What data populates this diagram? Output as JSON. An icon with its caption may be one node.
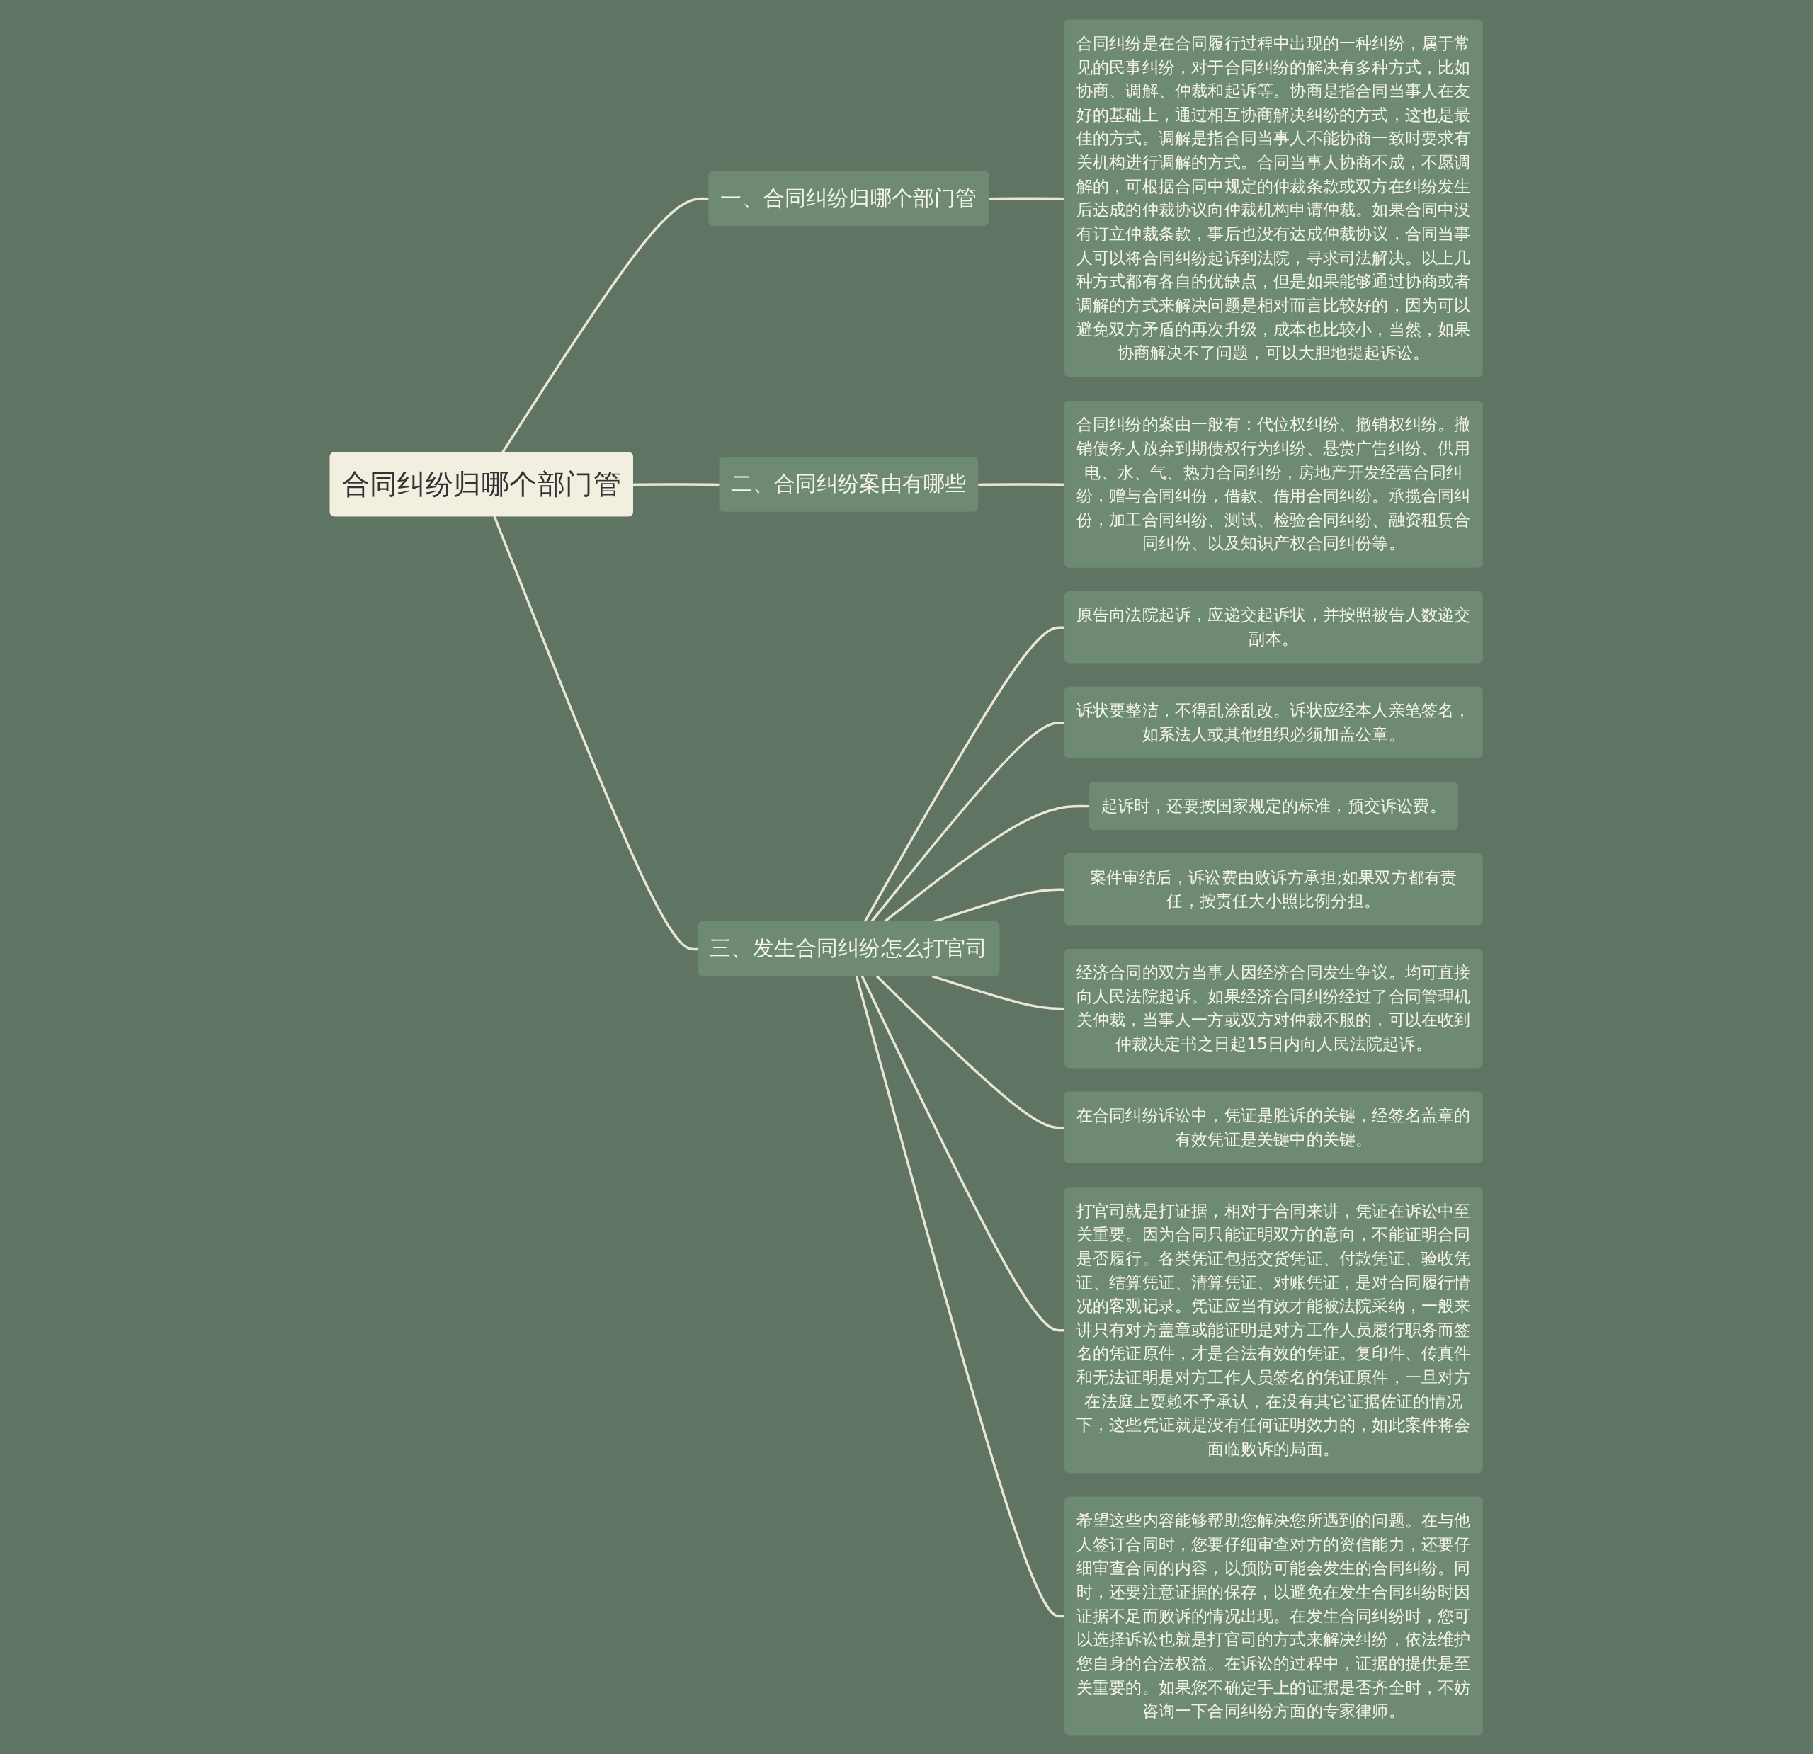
{
  "diagram": {
    "nodes": [
      {
        "text": [
          "合同纠纷归哪个部门管"
        ]
      },
      {
        "text": [
          "一、合同纠纷归哪个部门管"
        ]
      },
      {
        "text": [
          "合同纠纷是在合同履行过程中出现的一种纠纷，属于常见的民事纠纷，对于合同纠纷的解决有多种方式，比如协商、调解、仲裁和起诉等。协商是指合同当事人在友好的基础上，通过相互协商解决纠纷的方式，这也是最佳的方式。调解是指合同当事人不能协商一致时要求有关机构进行调解的方式。合同当事人协商不成，不愿调解的，可根据合同中规定的仲裁条款或双方在纠纷发生后达成的仲裁协议向仲裁机构申请仲裁。如果合同中没有订立仲裁条款，事后也没有达成仲裁协议，合同当事人可以将合同纠纷起诉到法院，寻求司法解决。以上几种方式都有各自的优缺点，但是如果能够通过协商或者调解的方式来解决问题是相对而言比较好的，因为可以避免双方矛盾的再次升级，成本也比较小，当然，如果协商解决不了问题，可以大胆地提起诉讼。"
        ]
      },
      {
        "text": [
          "二、合同纠纷案由有哪些"
        ]
      },
      {
        "text": [
          "合同纠纷的案由一般有：代位权纠纷、撤销权纠纷。撤销债务人放弃到期债权行为纠纷、悬赏广告纠纷、供用电、水、气、热力合同纠纷，房地产开发经营合同纠纷，赠与合同纠份，借款、借用合同纠纷。承揽合同纠份，加工合同纠纷、测试、检验合同纠纷、融资租赁合同纠份、以及知识产权合同纠份等。"
        ]
      },
      {
        "text": [
          "三、发生合同纠纷怎么打官司"
        ]
      },
      {
        "text": [
          "原告向法院起诉，应递交起诉状，并按照被告人数递交副本。"
        ]
      },
      {
        "text": [
          "诉状要整洁，不得乱涂乱改。诉状应经本人亲笔签名，如系法人或其他组织必须加盖公章。"
        ]
      },
      {
        "text": [
          "起诉时，还要按国家规定的标准，预交诉讼费。"
        ]
      },
      {
        "text": [
          "案件审结后，诉讼费由败诉方承担;如果双方都有责任，按责任大小照比例分担。"
        ]
      },
      {
        "text": [
          "经济合同的双方当事人因经济合同发生争议。均可直接向人民法院起诉。如果经济合同纠纷经过了合同管理机关仲裁，当事人一方或双方对仲裁不服的，可以在收到仲裁决定书之日起15日内向人民法院起诉。"
        ]
      },
      {
        "text": [
          "在合同纠纷诉讼中，凭证是胜诉的关键，经签名盖章的有效凭证是关键中的关键。"
        ]
      },
      {
        "text": [
          "打官司就是打证据，相对于合同来讲，凭证在诉讼中至关重要。因为合同只能证明双方的意向，不能证明合同是否履行。各类凭证包括交货凭证、付款凭证、验收凭证、结算凭证、清算凭证、对账凭证，是对合同履行情况的客观记录。凭证应当有效才能被法院采纳，一般来讲只有对方盖章或能证明是对方工作人员履行职务而签名的凭证原件，才是合法有效的凭证。复印件、传真件和无法证明是对方工作人员签名的凭证原件，一旦对方在法庭上耍赖不予承认，在没有其它证据佐证的情况下，这些凭证就是没有任何证明效力的，如此案件将会面临败诉的局面。"
        ]
      },
      {
        "text": [
          "希望这些内容能够帮助您解决您所遇到的问题。在与他人签订合同时，您要仔细审查对方的资信能力，还要仔细审查合同的内容，以预防可能会发生的合同纠纷。同时，还要注意证据的保存，以避免在发生合同纠纷时因证据不足而败诉的情况出现。在发生合同纠纷时，您可以选择诉讼也就是打官司的方式来解决纠纷，依法维护您自身的合法权益。在诉讼的过程中，证据的提供是至关重要的。如果您不确定手上的证据是否齐全时，不妨咨询一下合同纠纷方面的专家律师。"
        ]
      }
    ],
    "edges": [
      {
        "from": 0,
        "to": 1,
        "arrow": "none"
      },
      {
        "from": 1,
        "to": 2,
        "arrow": "none"
      },
      {
        "from": 0,
        "to": 3,
        "arrow": "none"
      },
      {
        "from": 3,
        "to": 4,
        "arrow": "none"
      },
      {
        "from": 0,
        "to": 5,
        "arrow": "none"
      },
      {
        "from": 5,
        "to": 6,
        "arrow": "none"
      },
      {
        "from": 5,
        "to": 7,
        "arrow": "none"
      },
      {
        "from": 5,
        "to": 8,
        "arrow": "none"
      },
      {
        "from": 5,
        "to": 9,
        "arrow": "none"
      },
      {
        "from": 5,
        "to": 10,
        "arrow": "none"
      },
      {
        "from": 5,
        "to": 11,
        "arrow": "none"
      },
      {
        "from": 5,
        "to": 12,
        "arrow": "none"
      },
      {
        "from": 5,
        "to": 13,
        "arrow": "none"
      }
    ]
  }
}
